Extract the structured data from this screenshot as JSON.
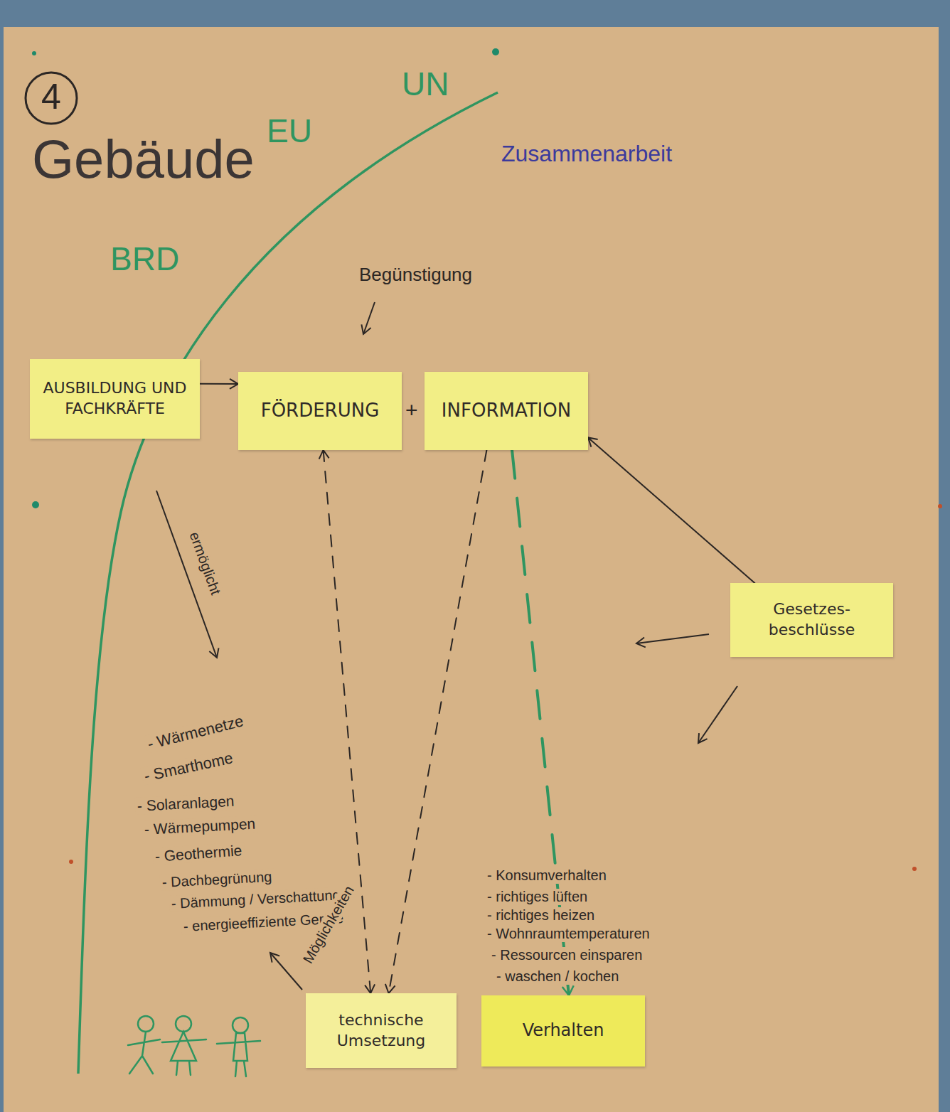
{
  "diagram": {
    "title": "Gebäude",
    "nodes": [
      {
        "text": [
          "AUSBILDUNG UND FACHKRÄFTE"
        ]
      },
      {
        "text": [
          "FÖRDERUNG"
        ]
      },
      {
        "text": [
          "INFORMATION"
        ]
      },
      {
        "text": [
          "Gesetzes- beschlüsse"
        ]
      },
      {
        "text": [
          "technische Umsetzung"
        ]
      },
      {
        "text": [
          "Verhalten"
        ]
      }
    ],
    "edges": [
      {
        "from": 0,
        "to": 1,
        "arrow": "to"
      },
      {
        "from": 1,
        "to": 4,
        "arrow": "both"
      },
      {
        "from": 2,
        "to": 4,
        "arrow": "to"
      },
      {
        "from": 2,
        "to": 5,
        "arrow": "to"
      },
      {
        "from": 3,
        "to": 2,
        "arrow": "to"
      }
    ],
    "labels": [
      "4",
      "BRD",
      "EU",
      "UN",
      "Zusammenarbeit",
      "Begünstigung",
      "+",
      "ermöglicht",
      "- Wärmenetze",
      "- Smarthome",
      "- Solaranlagen",
      "- Wärmepumpen",
      "- Geothermie",
      "- Dachbegrünung",
      "- Dämmung / Verschattung",
      "- energieeffiziente Geräte",
      "Möglichkeiten",
      "- Konsumverhalten",
      "- richtiges lüften",
      "- richtiges heizen",
      "- Wohnraumtemperaturen",
      "- Ressourcen einsparen",
      "- waschen / kochen"
    ]
  }
}
